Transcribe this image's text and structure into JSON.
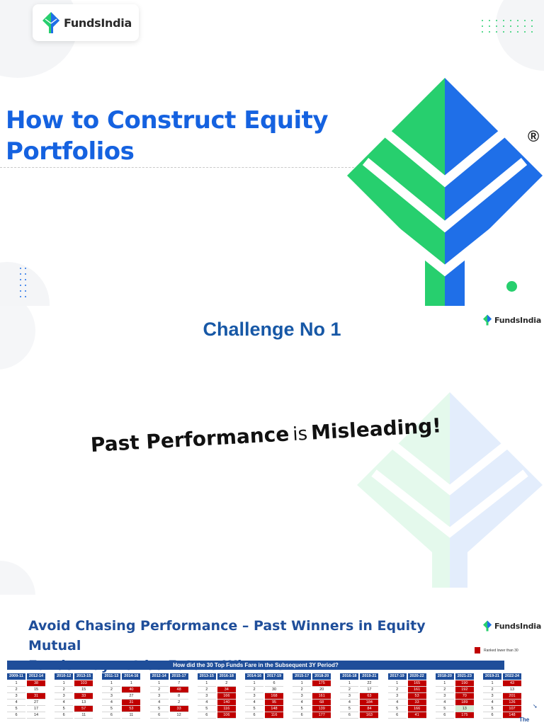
{
  "slide1": {
    "brand": "FundsIndia",
    "title_line1": "How to Construct Equity",
    "title_line2": "Portfolios",
    "registered_mark": "®",
    "colors": {
      "title": "#1562e0",
      "logo_green": "#27cf6e",
      "logo_blue": "#1f6fe8"
    }
  },
  "slide2": {
    "brand": "FundsIndia",
    "challenge": "Challenge No 1",
    "slogan_part1": "Past Performance",
    "slogan_part2": "is",
    "slogan_part3": "Misleading!",
    "colors": {
      "challenge": "#1758a6"
    }
  },
  "slide3": {
    "title_line1": "Avoid Chasing Performance – Past Winners in Equity Mutual",
    "title_line2": "Funds may not be Future Winners",
    "brand": "FundsIndia",
    "legend_label": "Ranked lower than 30",
    "table_header": "How did the 30 Top Funds Fare in the Subsequent 3Y Period?",
    "trailing_label": "The",
    "colors": {
      "header": "#1f4e9a",
      "flag_red": "#c00000"
    },
    "tables": [
      {
        "h1": "2009-11",
        "h2": "2012-14",
        "rows": [
          [
            "1",
            "38"
          ],
          [
            "2",
            "15"
          ],
          [
            "3",
            "31"
          ],
          [
            "4",
            "27"
          ],
          [
            "5",
            "17"
          ],
          [
            "6",
            "14"
          ]
        ],
        "flags": [
          1,
          0,
          1,
          0,
          0,
          0
        ]
      },
      {
        "h1": "2010-12",
        "h2": "2013-15",
        "rows": [
          [
            "1",
            "103"
          ],
          [
            "2",
            "15"
          ],
          [
            "3",
            "33"
          ],
          [
            "4",
            "13"
          ],
          [
            "5",
            "57"
          ],
          [
            "6",
            "11"
          ]
        ],
        "flags": [
          1,
          0,
          1,
          0,
          1,
          0
        ]
      },
      {
        "h1": "2011-13",
        "h2": "2014-16",
        "rows": [
          [
            "1",
            "1"
          ],
          [
            "2",
            "40"
          ],
          [
            "3",
            "27"
          ],
          [
            "4",
            "31"
          ],
          [
            "5",
            "53"
          ],
          [
            "6",
            "11"
          ]
        ],
        "flags": [
          0,
          1,
          0,
          1,
          1,
          0
        ]
      },
      {
        "h1": "2012-14",
        "h2": "2015-17",
        "rows": [
          [
            "1",
            "7"
          ],
          [
            "2",
            "48"
          ],
          [
            "3",
            "8"
          ],
          [
            "4",
            "2"
          ],
          [
            "5",
            "33"
          ],
          [
            "6",
            "12"
          ]
        ],
        "flags": [
          0,
          1,
          0,
          0,
          1,
          0
        ]
      },
      {
        "h1": "2013-15",
        "h2": "2016-18",
        "rows": [
          [
            "1",
            "2"
          ],
          [
            "2",
            "34"
          ],
          [
            "3",
            "166"
          ],
          [
            "4",
            "140"
          ],
          [
            "5",
            "116"
          ],
          [
            "6",
            "106"
          ]
        ],
        "flags": [
          0,
          1,
          1,
          1,
          1,
          1
        ]
      },
      {
        "h1": "2014-16",
        "h2": "2017-19",
        "rows": [
          [
            "1",
            "6"
          ],
          [
            "2",
            "30"
          ],
          [
            "3",
            "168"
          ],
          [
            "4",
            "95"
          ],
          [
            "5",
            "148"
          ],
          [
            "6",
            "116"
          ]
        ],
        "flags": [
          0,
          0,
          1,
          1,
          1,
          1
        ]
      },
      {
        "h1": "2015-17",
        "h2": "2018-20",
        "rows": [
          [
            "1",
            "175"
          ],
          [
            "2",
            "20"
          ],
          [
            "3",
            "161"
          ],
          [
            "4",
            "68"
          ],
          [
            "5",
            "139"
          ],
          [
            "6",
            "177"
          ]
        ],
        "flags": [
          1,
          0,
          1,
          1,
          1,
          1
        ]
      },
      {
        "h1": "2016-18",
        "h2": "2019-21",
        "rows": [
          [
            "1",
            "22"
          ],
          [
            "2",
            "17"
          ],
          [
            "3",
            "63"
          ],
          [
            "4",
            "184"
          ],
          [
            "5",
            "84"
          ],
          [
            "6",
            "163"
          ]
        ],
        "flags": [
          0,
          0,
          1,
          1,
          1,
          1
        ]
      },
      {
        "h1": "2017-19",
        "h2": "2020-22",
        "rows": [
          [
            "1",
            "165"
          ],
          [
            "2",
            "161"
          ],
          [
            "3",
            "53"
          ],
          [
            "4",
            "33"
          ],
          [
            "5",
            "166"
          ],
          [
            "6",
            "41"
          ]
        ],
        "flags": [
          1,
          1,
          1,
          1,
          1,
          1
        ]
      },
      {
        "h1": "2018-20",
        "h2": "2021-23",
        "rows": [
          [
            "1",
            "190"
          ],
          [
            "2",
            "192"
          ],
          [
            "3",
            "70"
          ],
          [
            "4",
            "189"
          ],
          [
            "5",
            "13"
          ],
          [
            "6",
            "175"
          ]
        ],
        "flags": [
          1,
          1,
          1,
          1,
          2,
          1
        ]
      },
      {
        "h1": "2019-21",
        "h2": "2022-24",
        "rows": [
          [
            "1",
            "43"
          ],
          [
            "2",
            "13"
          ],
          [
            "3",
            "201"
          ],
          [
            "4",
            "126"
          ],
          [
            "5",
            "107"
          ],
          [
            "6",
            "148"
          ]
        ],
        "flags": [
          1,
          0,
          1,
          1,
          1,
          1
        ]
      }
    ]
  }
}
